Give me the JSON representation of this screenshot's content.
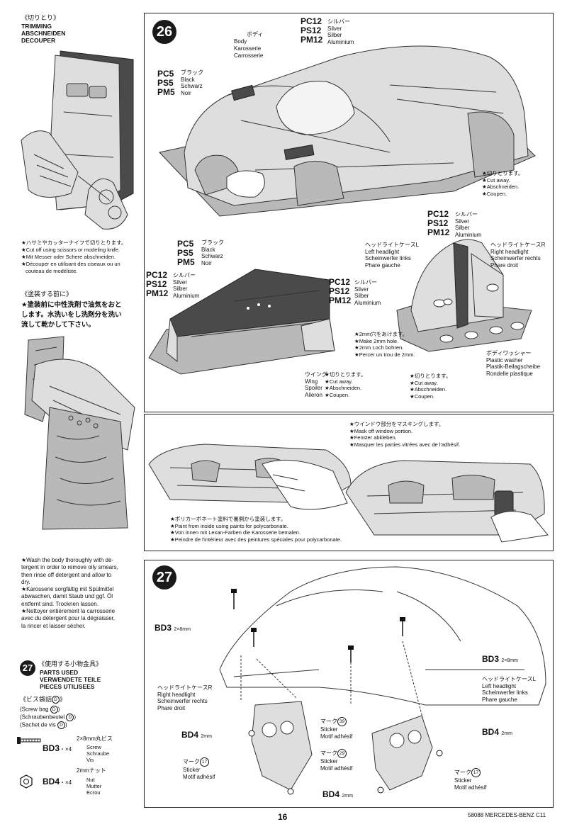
{
  "left": {
    "trimming": {
      "jp": "《切りとり》",
      "lines": [
        "TRIMMING",
        "ABSCHNEIDEN",
        "DECOUPER"
      ]
    },
    "scissors_note": [
      "★ハサミやカッターナイフで切りとります。",
      "★Cut off using scissors or modeling knife.",
      "★Mit Messer oder Schere abschneiden.",
      "★Découper en utilisant des ciseaux ou un",
      "couteau de modéliste."
    ],
    "before_painting": {
      "jp_title": "《塗装する前に》",
      "jp_lines": [
        "★塗装前に中性洗剤で油気をおと",
        "します。水洗いをし洗剤分を洗い",
        "流して乾かして下さい。"
      ]
    },
    "wash_note": [
      "★Wash the body thoroughly with de-",
      "tergent in order to remove oily smears,",
      "then rinse off detergent and allow to",
      "dry.",
      "★Karosserie sorgfältig mit Spülmittel",
      "abwaschen, damit Staub und ggf. Öl",
      "entfernt sind. Trocknen lassen.",
      "★Nettoyer entièrement la carrosserie",
      "avec du détergent pour la dégraisser,",
      "la rincer et laisser sécher."
    ],
    "parts": {
      "step": "27",
      "jp": "《使用する小物金具》",
      "lines": [
        "PARTS USED",
        "VERWENDETE TEILE",
        "PIECES UTILISEES"
      ],
      "bag_jp": "《ビス袋詰",
      "bag_letter": "D",
      "bag_jp_end": "》",
      "bag_lines": [
        "(Screw bag",
        "(Schraubenbeutel",
        "(Sachet de vis"
      ],
      "screw_jp": "2×8mm丸ビス",
      "screw_code": "BD3",
      "screw_qty": "・×4",
      "screw_names": [
        "Screw",
        "Schraube",
        "Vis"
      ],
      "nut_jp": "2mmナット",
      "nut_code": "BD4",
      "nut_qty": "・×4",
      "nut_names": [
        "Nut",
        "Mutter",
        "Ecrou"
      ]
    }
  },
  "step26": {
    "number": "26",
    "body_label": [
      "ボディ",
      "Body",
      "Karosserie",
      "Carrosserie"
    ],
    "pc12_top": {
      "codes": [
        "PC12",
        "PS12",
        "PM12"
      ],
      "jp": "シルバー",
      "names": [
        "Silver",
        "Silber",
        "Aluminium"
      ]
    },
    "pc5_top": {
      "codes": [
        "PC5",
        "PS5",
        "PM5"
      ],
      "jp": "ブラック",
      "names": [
        "Black",
        "Schwarz",
        "Noir"
      ]
    },
    "cut_away_1": [
      "★切りとります。",
      "★Cut away.",
      "★Abschneiden.",
      "★Coupen."
    ],
    "pc12_head": {
      "codes": [
        "PC12",
        "PS12",
        "PM12"
      ],
      "jp": "シルバー",
      "names": [
        "Silver",
        "Silber",
        "Aluminium"
      ]
    },
    "left_headlight": [
      "ヘッドライトケースL",
      "Left headlight",
      "Scheinwerfer links",
      "Phare gauche"
    ],
    "right_headlight": [
      "ヘッドライトケースR",
      "Right headlight",
      "Scheinwerfer rechts",
      "Phare droit"
    ],
    "pc5_wing": {
      "codes": [
        "PC5",
        "PS5",
        "PM5"
      ],
      "jp": "ブラック",
      "names": [
        "Black",
        "Schwarz",
        "Noir"
      ]
    },
    "pc12_wing_left": {
      "codes": [
        "PC12",
        "PS12",
        "PM12"
      ],
      "jp": "シルバー",
      "names": [
        "Silver",
        "Silber",
        "Aluminium"
      ]
    },
    "pc12_wing_right": {
      "codes": [
        "PC12",
        "PS12",
        "PM12"
      ],
      "jp": "シルバー",
      "names": [
        "Silver",
        "Silber",
        "Aluminium"
      ]
    },
    "hole_note": [
      "★2mm穴をあけます。",
      "★Make 2mm hole.",
      "★2mm Loch bohren.",
      "★Percer un trou de 2mm."
    ],
    "washer": [
      "ボディワッシャー",
      "Plastic washer",
      "Plastik-Beilagscheibe",
      "Rondelle plastique"
    ],
    "wing": [
      "ウイング",
      "Wing",
      "Spoiler",
      "Aileron"
    ],
    "cut_away_2": [
      "★切りとります。",
      "★Cut away.",
      "★Abschneiden.",
      "★Coupen."
    ],
    "cut_away_3": [
      "★切りとります。",
      "★Cut away.",
      "★Abschneiden.",
      "★Coupen."
    ],
    "mask_note": [
      "★ウインドウ部分をマスキングします。",
      "★Mask off window portion.",
      "★Fenster abkleben.",
      "★Masquer les parties vitrées avec de l'adhésif."
    ],
    "paint_note": [
      "★ポリカーボネート塗料で裏側から塗装します。",
      "★Paint from inside using paints for polycarbonate.",
      "★Von innen mit Lexan-Farben die Karosserie bemalen.",
      "★Peindre de l'intérieur avec des peintures spéciales pour polycarbonate."
    ]
  },
  "step27": {
    "number": "27",
    "bd3_left": {
      "code": "BD3",
      "size": "2×8mm"
    },
    "bd3_right": {
      "code": "BD3",
      "size": "2×8mm"
    },
    "headlight_r": [
      "ヘッドライトケースR",
      "Right headlight",
      "Scheinwerfer rechts",
      "Phare droit"
    ],
    "headlight_l": [
      "ヘッドライトケースL",
      "Left headlight",
      "Scheinwerfer links",
      "Phare gauche"
    ],
    "bd4_left": {
      "code": "BD4",
      "size": "2mm"
    },
    "bd4_right": {
      "code": "BD4",
      "size": "2mm"
    },
    "bd4_bottom": {
      "code": "BD4",
      "size": "2mm"
    },
    "mark39": {
      "jp": "マーク",
      "num": "39",
      "names": [
        "Sticker",
        "Motif adhésif"
      ]
    },
    "mark29": {
      "jp": "マーク",
      "num": "29",
      "names": [
        "Sticker",
        "Motif adhésif"
      ]
    },
    "mark17_left": {
      "jp": "マーク",
      "num": "17",
      "names": [
        "Sticker",
        "Motif adhésif"
      ]
    },
    "mark17_right": {
      "jp": "マーク",
      "num": "17",
      "names": [
        "Sticker",
        "Motif adhésif"
      ]
    }
  },
  "footer": {
    "page": "16",
    "model": "58088 MERCEDES-BENZ C11"
  }
}
